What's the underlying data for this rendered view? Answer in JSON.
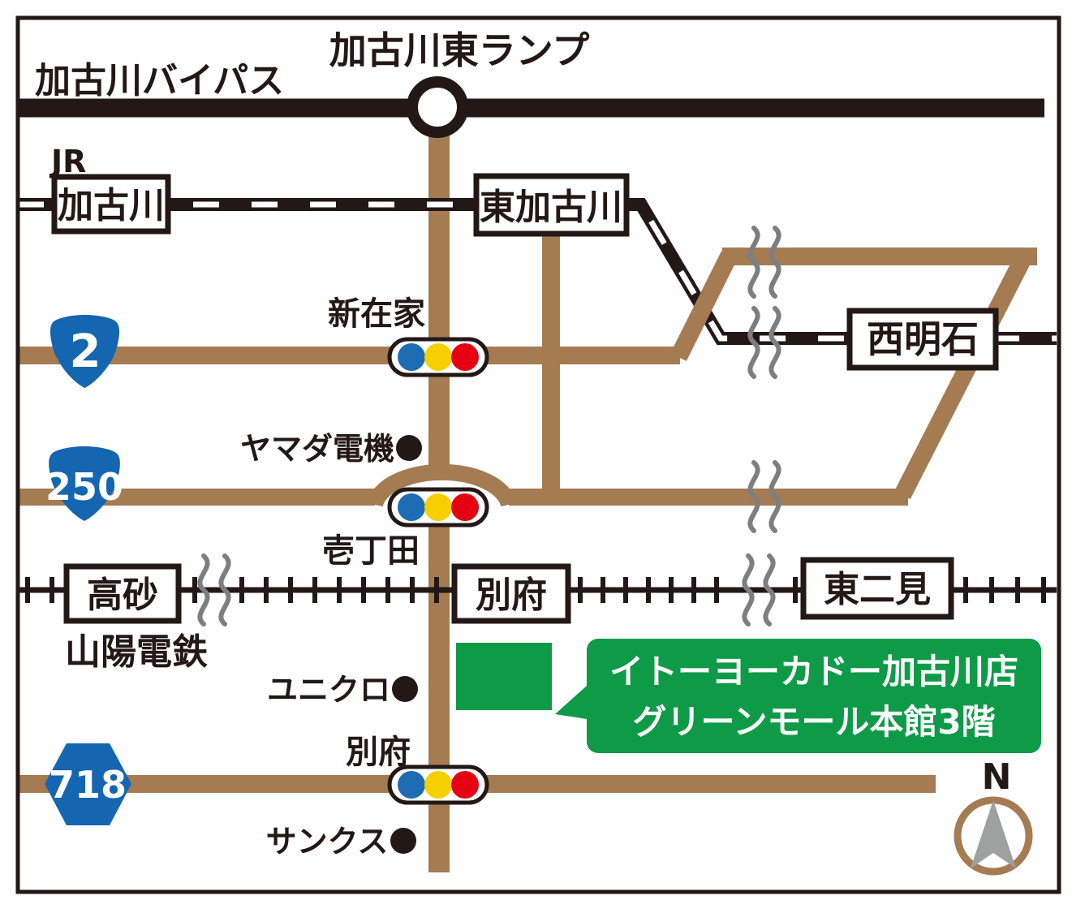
{
  "map_title_labels": {
    "ramp": "加古川東ランプ",
    "bypass": "加古川バイパス",
    "jr": "JR",
    "sanyo_railway": "山陽電鉄"
  },
  "stations": {
    "kakogawa": "加古川",
    "higashi_kakogawa": "東加古川",
    "nishi_akashi": "西明石",
    "takasago": "高砂",
    "befu": "別府",
    "higashi_futami": "東二見"
  },
  "route_shields": {
    "route2": "2",
    "route250": "250",
    "route718": "718"
  },
  "intersections": {
    "shinzaike": "新在家",
    "itchoda": "壱丁田",
    "befu": "別府"
  },
  "landmarks": {
    "yamada_denki": "ヤマダ電機",
    "uniqlo": "ユニクロ",
    "sunkus": "サンクス"
  },
  "destination": {
    "line1": "イトーヨーカドー加古川店",
    "line2": "グリーンモール本館3階"
  },
  "compass": {
    "north": "N"
  },
  "colors": {
    "road": "#a57b52",
    "ink": "#231815",
    "shieldBlue": "#1566b0",
    "signalBlue": "#1e6cb3",
    "signalYellow": "#f5cf00",
    "signalRed": "#e50012",
    "green": "#0e9a47",
    "grey": "#7d7e80",
    "arrowGrey": "#9fa0a0"
  }
}
